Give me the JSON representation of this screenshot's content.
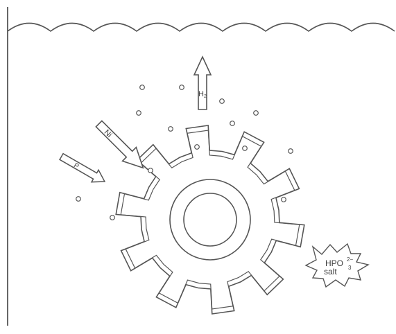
{
  "diagram": {
    "arrows": {
      "hydrogen": "H",
      "hydrogen_sub": "2",
      "nickel": "Ni",
      "phosphorus": "P"
    },
    "salt": {
      "formula": "HPO",
      "formula_sub": "3",
      "formula_sup": "2−",
      "word": "salt"
    }
  },
  "colors": {
    "line": "#555555",
    "background": "#ffffff"
  }
}
